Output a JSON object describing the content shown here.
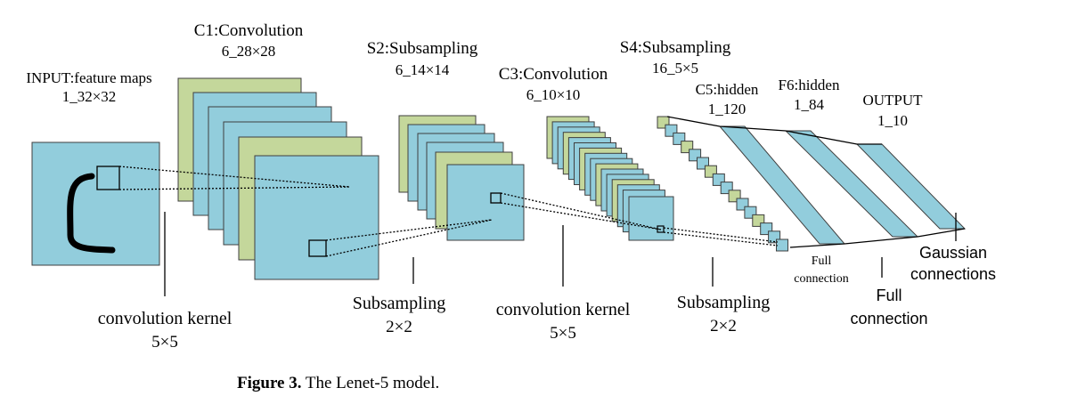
{
  "colors": {
    "blue": "#92CDDC",
    "green": "#C4D79B",
    "stroke": "#3f3f3f"
  },
  "layers": {
    "input": {
      "name": "INPUT:feature maps",
      "size": "1_32×32"
    },
    "c1": {
      "name": "C1:Convolution",
      "size": "6_28×28"
    },
    "s2": {
      "name": "S2:Subsampling",
      "size": "6_14×14"
    },
    "c3": {
      "name": "C3:Convolution",
      "size": "6_10×10"
    },
    "s4": {
      "name": "S4:Subsampling",
      "size": "16_5×5"
    },
    "c5": {
      "name": "C5:hidden",
      "size": "1_120"
    },
    "f6": {
      "name": "F6:hidden",
      "size": "1_84"
    },
    "output": {
      "name": "OUTPUT",
      "size": "1_10"
    }
  },
  "operations": {
    "conv1": {
      "label": "convolution kernel",
      "size": "5×5"
    },
    "sub1": {
      "label": "Subsampling",
      "size": "2×2"
    },
    "conv2": {
      "label": "convolution kernel",
      "size": "5×5"
    },
    "sub2": {
      "label": "Subsampling",
      "size": "2×2"
    },
    "fc1": {
      "line1": "Full",
      "line2": "connection"
    },
    "fc2": {
      "line1": "Full",
      "line2": "connection"
    },
    "gauss": {
      "line1": "Gaussian",
      "line2": "connections"
    }
  },
  "caption": {
    "label": "Figure 3.",
    "text": " The Lenet-5 model."
  }
}
